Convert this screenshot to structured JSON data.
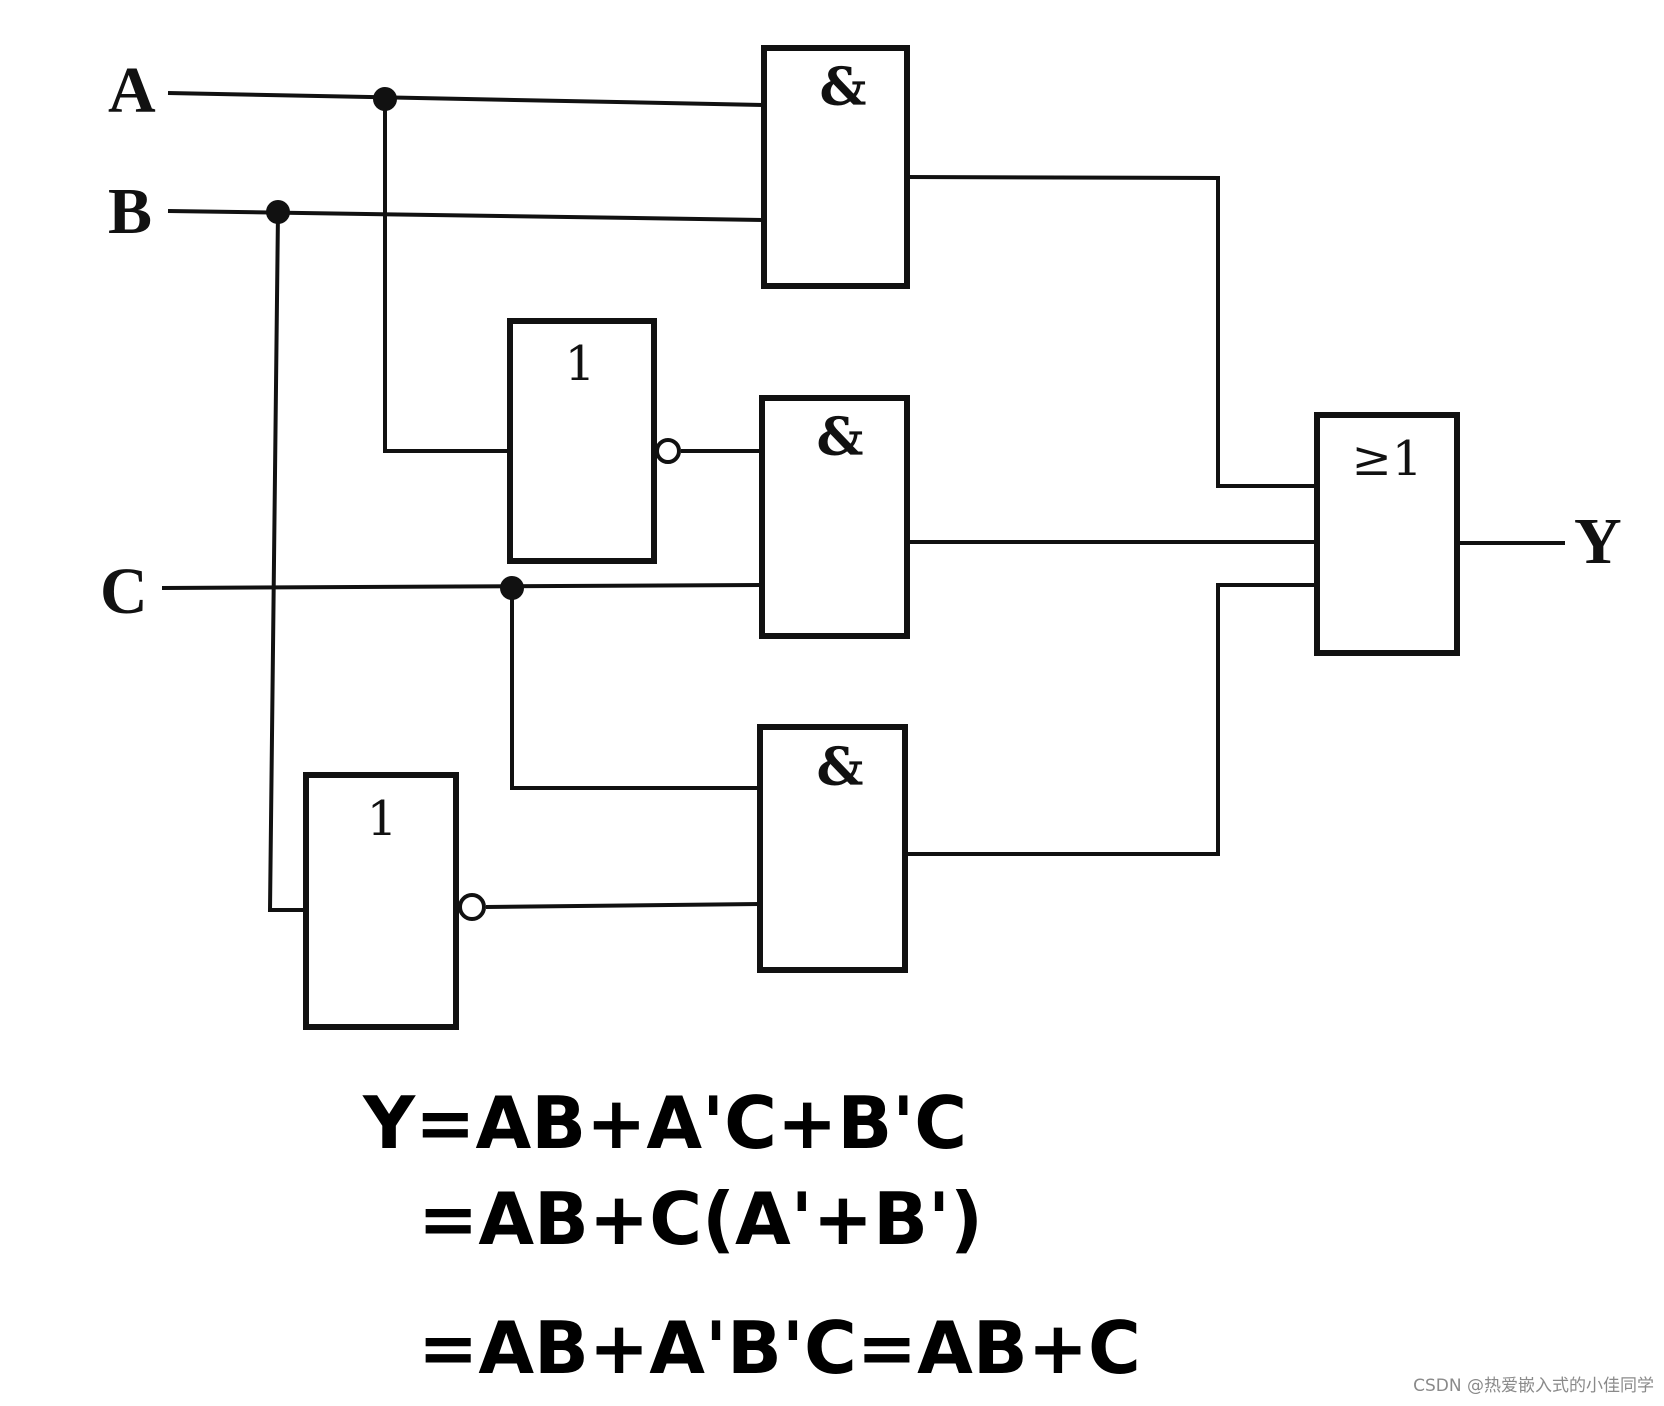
{
  "inputs": {
    "a": "A",
    "b": "B",
    "c": "C"
  },
  "output": "Y",
  "gates": {
    "and_top": "&",
    "not_a": "1",
    "and_mid": "&",
    "and_bottom": "&",
    "not_b": "1",
    "or": "≥1"
  },
  "equations": [
    "Y=AB+A'C+B'C",
    "=AB+C(A'+B')",
    "=AB+A'B'C=AB+C"
  ],
  "watermark": "CSDN @热爱嵌入式的小佳同学"
}
